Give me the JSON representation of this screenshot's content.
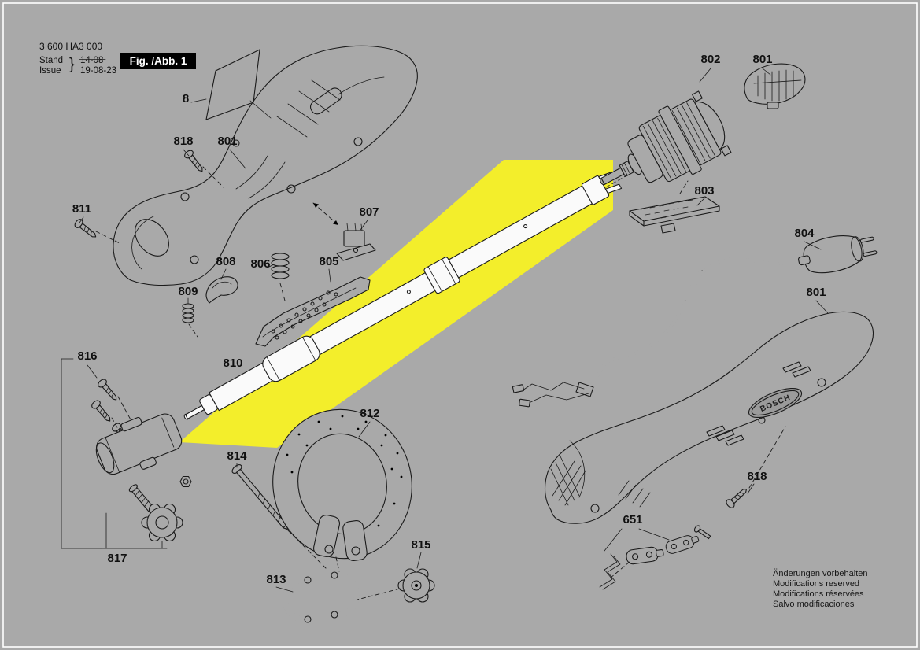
{
  "header": {
    "type_number": "3 600 HA3 000",
    "stand_label": "Stand",
    "stand_value": "14-08",
    "issue_label": "Issue",
    "issue_value": "19-08-23",
    "brace": "}",
    "figure_label": "Fig. /Abb. 1"
  },
  "brand": "BOSCH",
  "part_labels": [
    "8",
    "818",
    "801",
    "811",
    "807",
    "808",
    "806",
    "805",
    "809",
    "810",
    "816",
    "817",
    "814",
    "812",
    "813",
    "815",
    "802",
    "801",
    "803",
    "804",
    "801",
    "818",
    "651"
  ],
  "footer_lines": [
    "Änderungen vorbehalten",
    "Modifications reserved",
    "Modifications réservées",
    "Salvo modificaciones"
  ],
  "colors": {
    "background": "#a9a9a9",
    "line": "#1a1a1a",
    "highlight": "#f3ee2b"
  }
}
